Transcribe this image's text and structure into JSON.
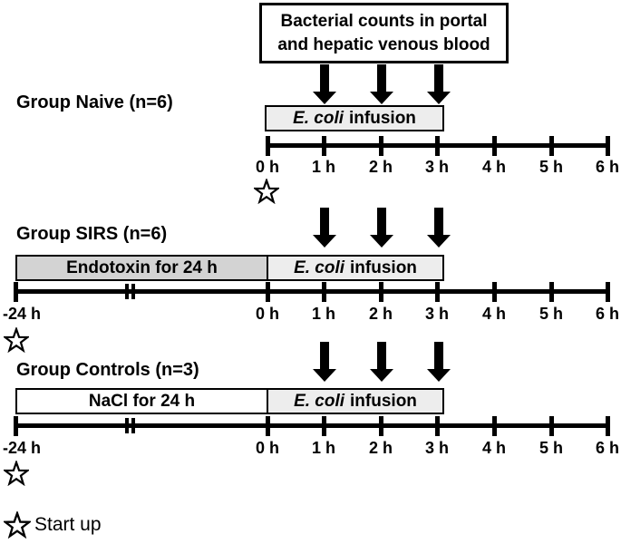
{
  "header_box": {
    "line1": "Bacterial counts in portal",
    "line2": "and hepatic venous blood"
  },
  "hours": [
    "0 h",
    "1 h",
    "2 h",
    "3 h",
    "4 h",
    "5 h",
    "6 h"
  ],
  "neg24_label": "-24 h",
  "ecoli_box": {
    "italic": "E. coli",
    "rest": "infusion"
  },
  "arrow_times": [
    "1 h",
    "2 h",
    "3 h"
  ],
  "groups": {
    "naive": {
      "label": "Group Naive (n=6)",
      "infusion_window": "0 h to 3 h"
    },
    "sirs": {
      "label": "Group SIRS (n=6)",
      "pre_box": "Endotoxin for 24 h",
      "pre_window": "-24 h to 0 h",
      "infusion_window": "0 h to 3 h"
    },
    "controls": {
      "label": "Group Controls (n=3)",
      "pre_box": "NaCl for 24 h",
      "pre_window": "-24 h to 0 h",
      "infusion_window": "0 h to 3 h"
    }
  },
  "legend": {
    "star_label": "Start up"
  },
  "colors": {
    "ink": "#000000",
    "ecoli_fill": "#ededed",
    "endotoxin_fill": "#d3d3d3",
    "nacl_fill": "#ffffff",
    "background": "#ffffff"
  }
}
